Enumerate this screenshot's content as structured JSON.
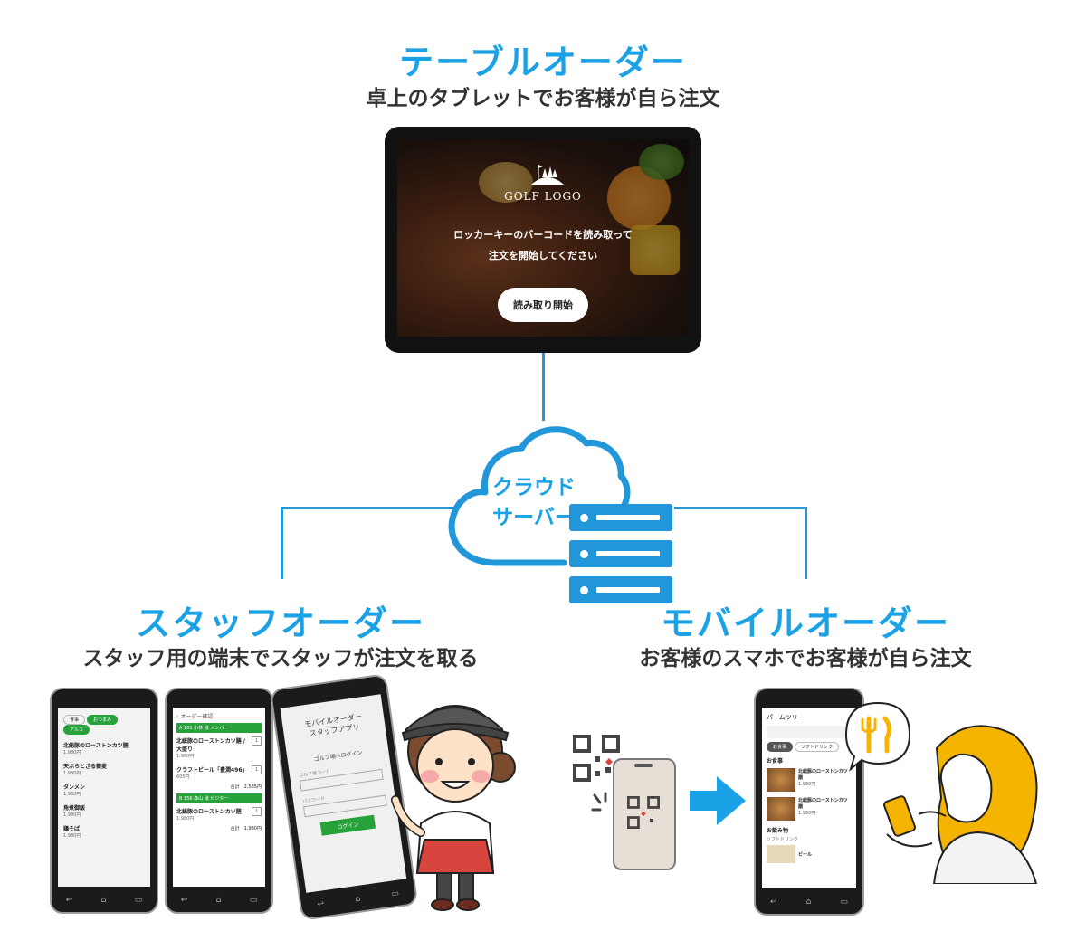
{
  "table_order": {
    "title": "テーブルオーダー",
    "subtitle": "卓上のタブレットでお客様が自ら注文",
    "tablet": {
      "logo": "GOLF LOGO",
      "message_line1": "ロッカーキーのバーコードを読み取って",
      "message_line2": "注文を開始してください",
      "button": "読み取り開始"
    }
  },
  "cloud": {
    "line1": "クラウド",
    "line2": "サーバー"
  },
  "staff_order": {
    "title": "スタッフオーダー",
    "subtitle": "スタッフ用の端末でスタッフが注文を取る",
    "phone1": {
      "tabs": [
        "食事",
        "おつまみ",
        "アルコ"
      ],
      "items": [
        {
          "name": "北総豚のローストンカツ膳",
          "price": "1,980円"
        },
        {
          "name": "天ぷらとざる蕎麦",
          "price": "1,980円"
        },
        {
          "name": "タンメン",
          "price": "1,980円"
        },
        {
          "name": "角煮御飯",
          "price": "1,980円"
        },
        {
          "name": "鶏そば",
          "price": "1,980円"
        }
      ]
    },
    "phone2": {
      "header": "オーダー確認",
      "group1": "A 101 小林 様 メンバー",
      "g1_items": [
        {
          "name": "北総豚のローストンカツ膳 / 大盛り",
          "price": "1,980円",
          "qty": "1"
        },
        {
          "name": "クラフトビール「豊潤496」",
          "price": "605円",
          "qty": "1"
        }
      ],
      "g1_total": "合計　2,585円",
      "group2": "B 156 森山 様 ビジター",
      "g2_items": [
        {
          "name": "北総豚のローストンカツ膳",
          "price": "1,980円",
          "qty": "1"
        }
      ],
      "g2_total": "合計　1,980円"
    },
    "phone3": {
      "app_title_1": "モバイルオーダー",
      "app_title_2": "スタッフアプリ",
      "login_heading": "ゴルフ場へログイン",
      "code_placeholder": "ゴルフ場コード",
      "password_placeholder": "パスワード",
      "login_button": "ログイン"
    }
  },
  "mobile_order": {
    "title": "モバイルオーダー",
    "subtitle": "お客様のスマホでお客様が自ら注文",
    "phone": {
      "shop": "パームツリー",
      "tabs": [
        "お食事",
        "ソフトドリンク"
      ],
      "section1": "お食事",
      "items": [
        {
          "name": "北総豚のローストンカツ膳",
          "price": "1,980円"
        },
        {
          "name": "北総豚のローストンカツ膳",
          "price": "1,980円"
        }
      ],
      "section2": "お飲み物",
      "subsection": "ソフトドリンク",
      "drink": "ビール"
    }
  },
  "colors": {
    "accent": "#1aa1e6",
    "line": "#2196d8",
    "green": "#27a23a"
  }
}
